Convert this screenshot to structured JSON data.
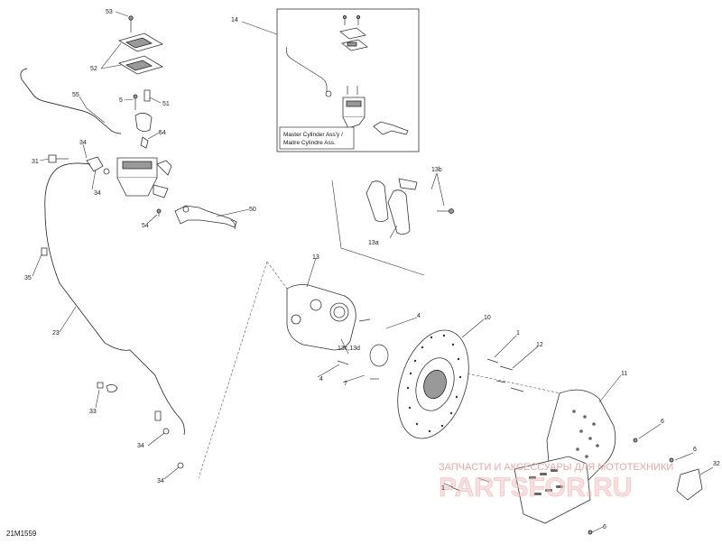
{
  "diagram_code": "21M1559",
  "inset": {
    "ref": "14",
    "label_line1": "Master Cylinder Ass'y /",
    "label_line2": "Maitre Cylindre Ass."
  },
  "labels": {
    "l53": "53",
    "l52": "52",
    "l5": "5",
    "l51": "51",
    "l54a": "54",
    "l55": "55",
    "l34a": "34",
    "l31": "31",
    "l34b": "34",
    "l54b": "54",
    "l50": "50",
    "l35": "35",
    "l23": "23",
    "l33": "33",
    "l34c": "34",
    "l34d": "34",
    "l14": "14",
    "l13b": "13b",
    "l13a": "13a",
    "l13": "13",
    "l4a": "4",
    "l13c": "13c,13d",
    "l4b": "4",
    "l7": "7",
    "l10": "10",
    "l1a": "1",
    "l12": "12",
    "l11": "11",
    "l6a": "6",
    "l6b": "6",
    "l32": "32",
    "l1b": "1",
    "l6c": "6"
  },
  "watermark": {
    "line1": "ЗАПЧАСТИ И АКСЕССУАРЫ ДЛЯ МОТОТЕХНИКИ",
    "line2": "PARTSFOR.RU"
  }
}
